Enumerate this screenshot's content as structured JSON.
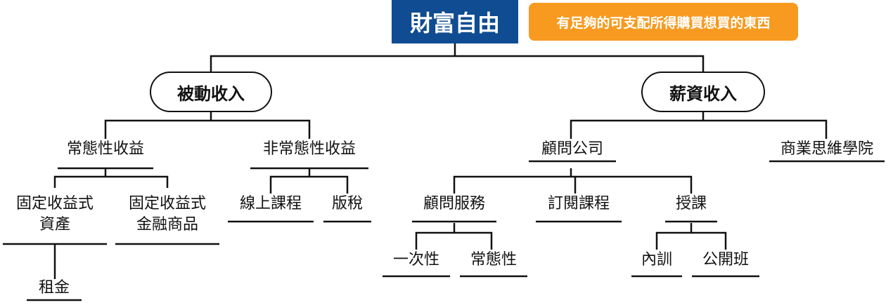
{
  "root": {
    "title": "財富自由",
    "tagline": "有足夠的可支配所得購買想買的東西"
  },
  "colors": {
    "root_bg": "#0f4c92",
    "tag_bg": "#f79a1f",
    "line": "#111111"
  },
  "passive": {
    "label": "被動收入",
    "regular": {
      "label": "常態性收益",
      "fixed_asset": {
        "line1": "固定收益式",
        "line2": "資產",
        "child": "租金"
      },
      "fixed_financial": {
        "line1": "固定收益式",
        "line2": "金融商品"
      }
    },
    "irregular": {
      "label": "非常態性收益",
      "online_course": "線上課程",
      "royalty": "版稅"
    }
  },
  "salary": {
    "label": "薪資收入",
    "consulting": {
      "label": "顧問公司",
      "service": {
        "label": "顧問服務",
        "one_time": "一次性",
        "recurring": "常態性"
      },
      "subscription": "訂閱課程",
      "teaching": {
        "label": "授課",
        "internal": "內訓",
        "public": "公開班"
      }
    },
    "academy": "商業思維學院"
  }
}
